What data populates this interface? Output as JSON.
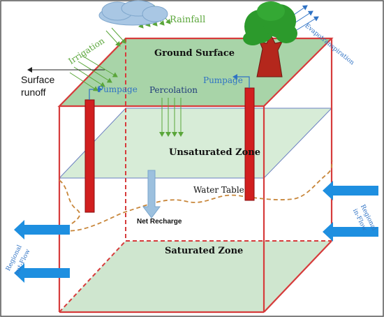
{
  "labels": {
    "rainfall": "Rainfall",
    "evapotranspiration": "Evapotranspiration",
    "irrigation": "Irrigation",
    "ground_surface": "Ground Surface",
    "surface_runoff_line1": "Surface",
    "surface_runoff_line2": "runoff",
    "pumpage_left": "Pumpage",
    "pumpage_right": "Pumpage",
    "percolation": "Percolation",
    "unsaturated_zone": "Unsaturated Zone",
    "water_table": "Water Table",
    "net_recharge": "Net Recharge",
    "regional_inflow_line1": "Regional",
    "regional_inflow_line2": "in-Flow",
    "regional_outflow_line1": "Regional",
    "regional_outflow_line2": "out-Flow",
    "saturated_zone": "Saturated Zone"
  },
  "colors": {
    "box_edge": "#d63b3b",
    "zone_fill": "#cfe6cf",
    "well": "#d11f1f",
    "flow_arrow": "#1e8fe0",
    "recharge_arrow": "#9cc0de",
    "water_table_line": "#c8863a",
    "green_text": "#5aa63a",
    "blue_text": "#2f72c4",
    "cloud": "#a9c7e4",
    "tree_canopy": "#2c9a2c",
    "tree_trunk": "#b4271c"
  },
  "icons": [
    "cloud-icon",
    "tree-icon"
  ]
}
